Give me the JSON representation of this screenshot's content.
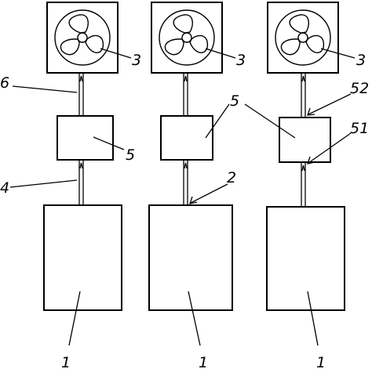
{
  "labels": {
    "battery": "1",
    "sensor_pipe": "2",
    "fan": "3",
    "inlet_pipe": "4",
    "module": "5",
    "module_inlet": "51",
    "module_outlet": "52",
    "outlet_pipe": "6"
  },
  "columns": [
    {
      "id": "left",
      "callouts": [
        "battery",
        "fan",
        "module",
        "inlet_pipe",
        "outlet_pipe"
      ]
    },
    {
      "id": "middle",
      "callouts": [
        "battery",
        "fan",
        "module",
        "sensor_pipe"
      ]
    },
    {
      "id": "right",
      "callouts": [
        "battery",
        "fan",
        "module",
        "module_inlet",
        "module_outlet"
      ]
    }
  ],
  "colors": {
    "line": "#000000",
    "background": "#ffffff"
  }
}
